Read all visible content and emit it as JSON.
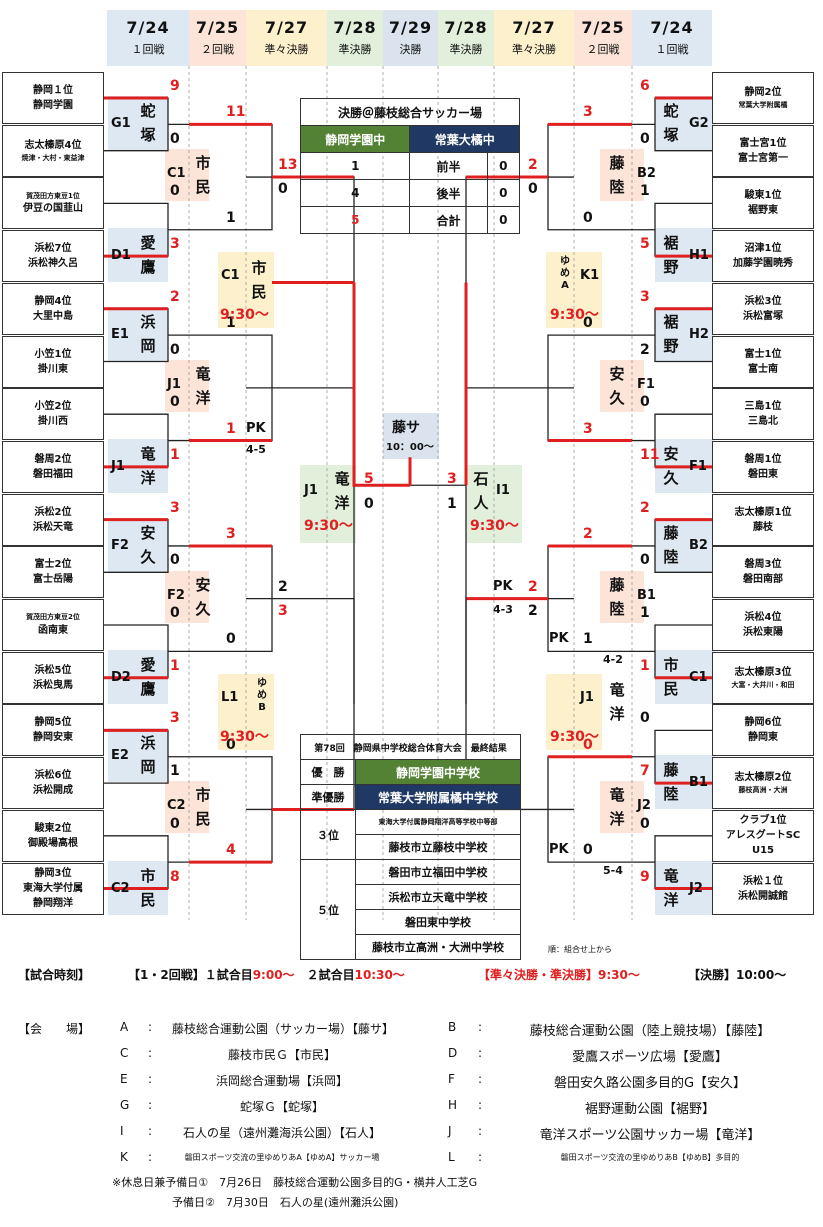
{
  "headers": {
    "left": [
      {
        "date": "7/24",
        "round": "１回戦",
        "bg": "#dde8f3"
      },
      {
        "date": "7/25",
        "round": "２回戦",
        "bg": "#fce5d8"
      },
      {
        "date": "7/27",
        "round": "準々決勝",
        "bg": "#fdf0cc"
      },
      {
        "date": "7/28",
        "round": "準決勝",
        "bg": "#e2efda"
      }
    ],
    "center": {
      "date": "7/29",
      "round": "決勝",
      "bg": "#dbe3ef"
    },
    "right": [
      {
        "date": "7/28",
        "round": "準決勝",
        "bg": "#e2efda"
      },
      {
        "date": "7/27",
        "round": "準々決勝",
        "bg": "#fdf0cc"
      },
      {
        "date": "7/25",
        "round": "２回戦",
        "bg": "#fce5d8"
      },
      {
        "date": "7/24",
        "round": "１回戦",
        "bg": "#dde8f3"
      }
    ]
  },
  "left_teams": [
    {
      "l1": "静岡１位",
      "l2": "静岡学園"
    },
    {
      "l1": "志太榛原4位",
      "l2": "焼津・大村・東益津",
      "small": true
    },
    {
      "l1": "賀茂田方東豆1位",
      "l2": "伊豆の国韮山",
      "small1": true
    },
    {
      "l1": "浜松7位",
      "l2": "浜松神久呂"
    },
    {
      "l1": "静岡4位",
      "l2": "大里中島"
    },
    {
      "l1": "小笠1位",
      "l2": "掛川東"
    },
    {
      "l1": "小笠2位",
      "l2": "掛川西"
    },
    {
      "l1": "磐周2位",
      "l2": "磐田福田"
    },
    {
      "l1": "浜松2位",
      "l2": "浜松天竜"
    },
    {
      "l1": "富士2位",
      "l2": "富士岳陽"
    },
    {
      "l1": "賀茂田方東豆2位",
      "l2": "函南東",
      "small1": true
    },
    {
      "l1": "浜松5位",
      "l2": "浜松曳馬"
    },
    {
      "l1": "静岡5位",
      "l2": "静岡安東"
    },
    {
      "l1": "浜松6位",
      "l2": "浜松開成"
    },
    {
      "l1": "駿東2位",
      "l2": "御殿場高根"
    },
    {
      "l1": "静岡3位",
      "l2": "東海大学付属",
      "l3": "静岡翔洋",
      "three": true
    }
  ],
  "right_teams": [
    {
      "l1": "静岡2位",
      "l2": "常葉大学附属橘",
      "small": true
    },
    {
      "l1": "富士宮1位",
      "l2": "富士宮第一"
    },
    {
      "l1": "駿東1位",
      "l2": "裾野東"
    },
    {
      "l1": "沼津1位",
      "l2": "加藤学園暁秀"
    },
    {
      "l1": "浜松3位",
      "l2": "浜松富塚"
    },
    {
      "l1": "富士1位",
      "l2": "富士南"
    },
    {
      "l1": "三島1位",
      "l2": "三島北"
    },
    {
      "l1": "磐周1位",
      "l2": "磐田東"
    },
    {
      "l1": "志太榛原1位",
      "l2": "藤枝"
    },
    {
      "l1": "磐周3位",
      "l2": "磐田南部"
    },
    {
      "l1": "浜松4位",
      "l2": "浜松東陽"
    },
    {
      "l1": "志太榛原3位",
      "l2": "大富・大井川・和田",
      "small": true
    },
    {
      "l1": "静岡6位",
      "l2": "静岡東"
    },
    {
      "l1": "志太榛原2位",
      "l2": "藤枝高洲・大洲",
      "small": true
    },
    {
      "l1": "クラブ1位",
      "l2": "アレスグートSC",
      "l3": "U15",
      "three": true
    },
    {
      "l1": "浜松１位",
      "l2": "浜松開誠館"
    }
  ],
  "r1_left": [
    {
      "code": "G1",
      "venue": "蛇塚",
      "s1": "9",
      "s2": "0",
      "w": 1
    },
    {
      "code": "D1",
      "venue": "愛鷹",
      "s1": "0",
      "s2": "3",
      "w": 2
    },
    {
      "code": "E1",
      "venue": "浜岡",
      "s1": "2",
      "s2": "0",
      "w": 1
    },
    {
      "code": "J1",
      "venue": "竜洋",
      "s1": "0",
      "s2": "1",
      "w": 2
    },
    {
      "code": "F2",
      "venue": "安久",
      "s1": "3",
      "s2": "0",
      "w": 1
    },
    {
      "code": "D2",
      "venue": "愛鷹",
      "s1": "0",
      "s2": "1",
      "w": 2
    },
    {
      "code": "E2",
      "venue": "浜岡",
      "s1": "3",
      "s2": "1",
      "w": 1
    },
    {
      "code": "C2",
      "venue": "市民",
      "s1": "0",
      "s2": "8",
      "w": 2
    }
  ],
  "r1_right": [
    {
      "code": "G2",
      "venue": "蛇塚",
      "s1": "6",
      "s2": "0",
      "w": 1
    },
    {
      "code": "H1",
      "venue": "裾野",
      "s1": "1",
      "s2": "5",
      "w": 2
    },
    {
      "code": "H2",
      "venue": "裾野",
      "s1": "3",
      "s2": "2",
      "w": 1
    },
    {
      "code": "F1",
      "venue": "安久",
      "s1": "0",
      "s2": "11",
      "w": 2
    },
    {
      "code": "B2",
      "venue": "藤陸",
      "s1": "2",
      "s2": "0",
      "w": 1
    },
    {
      "code": "C1",
      "venue": "市民",
      "s1": "1",
      "s2": "1",
      "w": 2
    },
    {
      "code": "B1",
      "venue": "藤陸",
      "s1": "0",
      "s2": "7",
      "w": 2
    },
    {
      "code": "J2",
      "venue": "竜洋",
      "s1": "0",
      "s2": "9",
      "w": 2
    }
  ],
  "r2_left": [
    {
      "code": "C1",
      "venue": "市民",
      "s1": "11",
      "s2": "1"
    },
    {
      "code": "J1",
      "venue": "竜洋",
      "s1": "1",
      "s2": "1",
      "pk": "PK",
      "pkr": "4-5"
    },
    {
      "code": "F2",
      "venue": "安久",
      "s1": "3",
      "s2": "0"
    },
    {
      "code": "C2",
      "venue": "市民",
      "s1": "0",
      "s2": "4"
    }
  ],
  "r2_right": [
    {
      "code": "B2",
      "venue": "藤陸",
      "s1": "3",
      "s2": "0"
    },
    {
      "code": "F1",
      "venue": "安久",
      "s1": "0",
      "s2": "3"
    },
    {
      "code": "B1",
      "venue": "藤陸",
      "s1": "2",
      "s2": "1",
      "pk": "PK",
      "pkr": "4-2"
    },
    {
      "code": "J2",
      "venue": "竜洋",
      "s1": "0",
      "s2": "0",
      "pk": "PK",
      "pkr": "5-4"
    }
  ],
  "qf": {
    "left_top": {
      "code": "C1",
      "venue": "市民",
      "time": "9:30～",
      "s1": "13",
      "s2": "0"
    },
    "left_bottom": {
      "code": "L1",
      "venue": "ゆめB",
      "time": "9:30～",
      "s1": "2",
      "s2": "3"
    },
    "right_top": {
      "code": "K1",
      "venue": "ゆめA",
      "time": "9:30～",
      "s1": "2",
      "s2": "0"
    },
    "right_bottom": {
      "code": "J1",
      "venue": "竜洋",
      "time": "9:30～",
      "s1": "2",
      "s2": "2",
      "pk": "PK",
      "pkr": "4-3"
    }
  },
  "sf": {
    "left": {
      "code": "J1",
      "venue": "竜洋",
      "time": "9:30～",
      "s1": "5",
      "s2": "0"
    },
    "right": {
      "code": "I1",
      "venue": "石人",
      "time": "9:30～",
      "s1": "3",
      "s2": "1"
    }
  },
  "final_box": {
    "venue": "藤サ",
    "time": "10：00～"
  },
  "final_table": {
    "title": "決勝＠藤枝総合サッカー場",
    "team_left": "静岡学園中",
    "team_right": "常葉大橘中",
    "rows": [
      {
        "a": "1",
        "label": "前半",
        "b": "0"
      },
      {
        "a": "4",
        "label": "後半",
        "b": "0"
      },
      {
        "a": "5",
        "label": "合計",
        "b": "0"
      }
    ]
  },
  "results": {
    "title": "第78回　静岡県中学校総合体育大会　最終結果",
    "winner_label": "優　勝",
    "winner": "静岡学園中学校",
    "runner_label": "準優勝",
    "runner": "常葉大学附属橘中学校",
    "third_label": "３位",
    "third": [
      "東海大学付属静岡翔洋高等学校中等部",
      "藤枝市立藤枝中学校"
    ],
    "fifth_label": "５位",
    "fifth": [
      "磐田市立福田中学校",
      "浜松市立天竜中学校",
      "磐田東中学校",
      "藤枝市立高洲・大洲中学校"
    ],
    "note": "順：組合せ上から"
  },
  "footer": {
    "time_label": "【試合時刻】",
    "t1": "【1・2回戦】１試合目",
    "t1v": "9:00～",
    "t2": "２試合目",
    "t2v": "10:30～",
    "t3": "【準々決勝・準決勝】9:30～",
    "t4": "【決勝】10:00～",
    "venue_label": "【会　　場】",
    "venues": [
      {
        "k": "A",
        "v": "藤枝総合運動公園（サッカー場）【藤サ】",
        "k2": "B",
        "v2": "藤枝総合運動公園（陸上競技場）【藤陸】"
      },
      {
        "k": "C",
        "v": "藤枝市民Ｇ【市民】",
        "k2": "D",
        "v2": "愛鷹スポーツ広場【愛鷹】"
      },
      {
        "k": "E",
        "v": "浜岡総合運動場【浜岡】",
        "k2": "F",
        "v2": "磐田安久路公園多目的G【安久】"
      },
      {
        "k": "G",
        "v": "蛇塚Ｇ【蛇塚】",
        "k2": "H",
        "v2": "裾野運動公園【裾野】"
      },
      {
        "k": "I",
        "v": "石人の星（遠州灘海浜公園）【石人】",
        "k2": "J",
        "v2": "竜洋スポーツ公園サッカー場【竜洋】"
      },
      {
        "k": "K",
        "v": "磐田スポーツ交流の里ゆめりあA【ゆめA】サッカー場",
        "k2": "L",
        "v2": "磐田スポーツ交流の里ゆめりあB【ゆめB】多目的"
      }
    ],
    "note1": "※休息日兼予備日①　7月26日　藤枝総合運動公園多目的G・横井人工芝G",
    "note2": "予備日②　7月30日　石人の星(遠州灘浜公園)"
  },
  "colors": {
    "win": "#e02020",
    "green": "#548235",
    "navy": "#1f3864"
  }
}
